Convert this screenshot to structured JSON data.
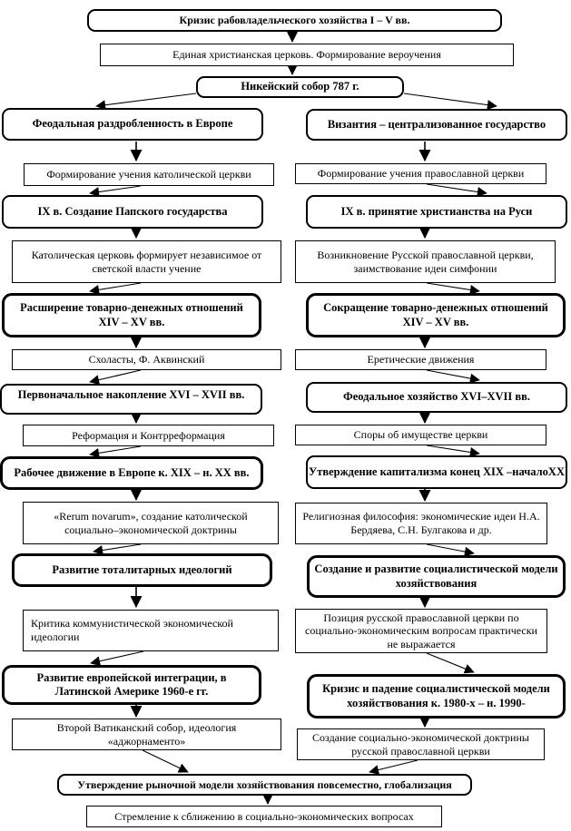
{
  "flow": {
    "top": {
      "t1": "Кризис рабовладельческого хозяйства I – V вв.",
      "t2": "Единая христианская церковь. Формирование вероучения",
      "t3": "Никейский собор 787 г."
    },
    "left": {
      "l1": "Феодальная раздробленность в Европе",
      "l2": "Формирование учения католической церкви",
      "l3": "IX в. Создание Папского государства",
      "l4": "Католическая церковь формирует независимое от светской власти учение",
      "l5": "Расширение товарно-денежных отношений XIV – XV вв.",
      "l6": "Схоласты, Ф. Аквинский",
      "l7": "Первоначальное накопление XVI – XVII вв.",
      "l8": "Реформация и Контрреформация",
      "l9": "Рабочее движение в Европе к. XIX – н. XX вв.",
      "l10": "«Rerum novarum», создание католической социально–экономической доктрины",
      "l11": "Развитие тоталитарных идеологий",
      "l12": "Критика коммунистической экономической идеологии",
      "l13": "Развитие европейской интеграции, в Латинской Америке 1960-е гг.",
      "l14": "Второй Ватиканский собор, идеология «аджорнаменто»"
    },
    "right": {
      "r1": "Византия – централизованное государство",
      "r2": "Формирование учения православной церкви",
      "r3": "IX в. принятие христианства на Руси",
      "r4": "Возникновение Русской православной церкви, заимствование идеи симфонии",
      "r5": "Сокращение товарно-денежных отношений XIV – XV вв.",
      "r6": "Еретические движения",
      "r7": "Феодальное хозяйство XVI–XVII вв.",
      "r8": "Споры об имуществе церкви",
      "r9": "Утверждение капитализма конец XIX –началоХХ",
      "r10": "Религиозная философия: экономические идеи Н.А. Бердяева, С.Н. Булгакова и др.",
      "r11": "Создание и развитие социалистической модели хозяйствования",
      "r12": "Позиция русской православной церкви по социально-экономическим вопросам практически не выражается",
      "r13": "Кризис и падение социалистической модели хозяйствования к. 1980-х – н. 1990-",
      "r14": "Создание социально-экономической доктрины русской православной церкви"
    },
    "bottom": {
      "b1": "Утверждение рыночной модели хозяйствования повсеместно, глобализация",
      "b2": "Стремление к сближению в социально-экономических вопросах"
    },
    "colors": {
      "line": "#000000",
      "background": "#ffffff"
    }
  }
}
